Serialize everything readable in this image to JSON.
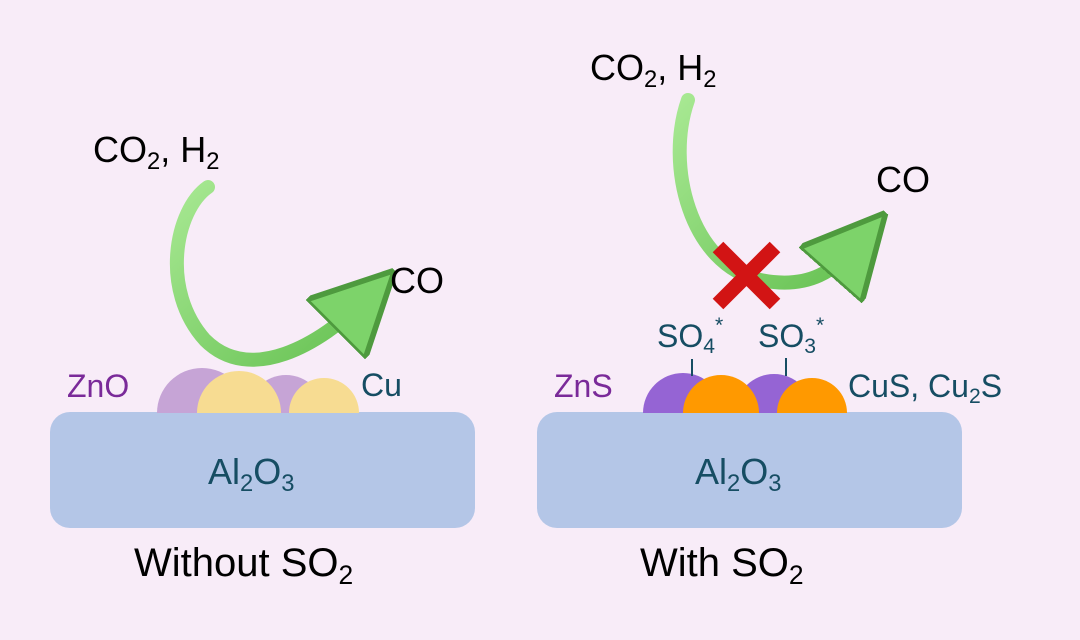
{
  "colors": {
    "background": "#f8ecf8",
    "support": "#b4c6e7",
    "zno_particle": "#c6a4d6",
    "cu_particle": "#f7dc92",
    "zns_particle": "#9564d4",
    "cus_particle": "#ff9900",
    "arrow": "#7dd36a",
    "cross": "#d21414",
    "teal_text": "#164d63",
    "purple_text": "#7a2a99"
  },
  "left_panel": {
    "reactants": {
      "main": "CO",
      "sub1": "2",
      "sep": ", H",
      "sub2": "2"
    },
    "product": "CO",
    "zno_label": "ZnO",
    "cu_label": "Cu",
    "support": {
      "main": "Al",
      "sub1": "2",
      "mid": "O",
      "sub2": "3"
    },
    "caption": {
      "main": "Without SO",
      "sub": "2"
    }
  },
  "right_panel": {
    "reactants": {
      "main": "CO",
      "sub1": "2",
      "sep": ", H",
      "sub2": "2"
    },
    "product": "CO",
    "zns_label": "ZnS",
    "cus_label": {
      "a": "CuS, Cu",
      "sub": "2",
      "b": "S"
    },
    "so4": {
      "main": "SO",
      "sub": "4",
      "sup": "*"
    },
    "so3": {
      "main": "SO",
      "sub": "3",
      "sup": "*"
    },
    "support": {
      "main": "Al",
      "sub1": "2",
      "mid": "O",
      "sub2": "3"
    },
    "caption": {
      "main": "With SO",
      "sub": "2"
    },
    "blocked_icon": "cross-icon"
  }
}
